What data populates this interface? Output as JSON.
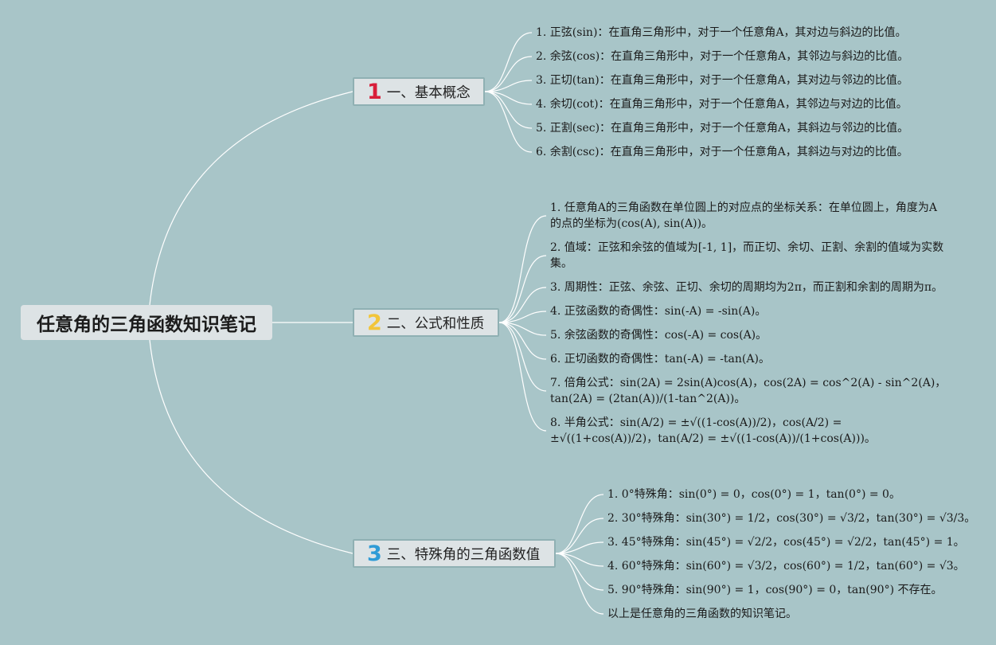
{
  "root": {
    "title": "任意角的三角函数知识笔记"
  },
  "colors": {
    "num1": "#d81e3a",
    "num2": "#f2c53a",
    "num3": "#2f9bd6",
    "line": "#ffffff"
  },
  "branches": [
    {
      "num": "1",
      "label": "一、基本概念",
      "items": [
        "1. 正弦(sin)：在直角三角形中，对于一个任意角A，其对边与斜边的比值。",
        "2. 余弦(cos)：在直角三角形中，对于一个任意角A，其邻边与斜边的比值。",
        "3. 正切(tan)：在直角三角形中，对于一个任意角A，其对边与邻边的比值。",
        "4. 余切(cot)：在直角三角形中，对于一个任意角A，其邻边与对边的比值。",
        "5. 正割(sec)：在直角三角形中，对于一个任意角A，其斜边与邻边的比值。",
        "6. 余割(csc)：在直角三角形中，对于一个任意角A，其斜边与对边的比值。"
      ]
    },
    {
      "num": "2",
      "label": "二、公式和性质",
      "items": [
        "1. 任意角A的三角函数在单位圆上的对应点的坐标关系：在单位圆上，角度为A的点的坐标为(cos(A), sin(A))。",
        "2. 值域：正弦和余弦的值域为[-1, 1]，而正切、余切、正割、余割的值域为实数集。",
        "3. 周期性：正弦、余弦、正切、余切的周期均为2π，而正割和余割的周期为π。",
        "4. 正弦函数的奇偶性：sin(-A) = -sin(A)。",
        "5. 余弦函数的奇偶性：cos(-A) = cos(A)。",
        "6. 正切函数的奇偶性：tan(-A) = -tan(A)。",
        "7. 倍角公式：sin(2A) = 2sin(A)cos(A)，cos(2A) = cos^2(A) - sin^2(A)，tan(2A) = (2tan(A))/(1-tan^2(A))。",
        "8. 半角公式：sin(A/2) = ±√((1-cos(A))/2)，cos(A/2) = ±√((1+cos(A))/2)，tan(A/2) = ±√((1-cos(A))/(1+cos(A)))。"
      ]
    },
    {
      "num": "3",
      "label": "三、特殊角的三角函数值",
      "items": [
        "1. 0°特殊角：sin(0°) = 0，cos(0°) = 1，tan(0°) = 0。",
        "2. 30°特殊角：sin(30°) = 1/2，cos(30°) = √3/2，tan(30°) = √3/3。",
        "3. 45°特殊角：sin(45°) = √2/2，cos(45°) = √2/2，tan(45°) = 1。",
        "4. 60°特殊角：sin(60°) = √3/2，cos(60°) = 1/2，tan(60°) = √3。",
        "5. 90°特殊角：sin(90°) = 1，cos(90°) = 0，tan(90°) 不存在。",
        "以上是任意角的三角函数的知识笔记。"
      ]
    }
  ]
}
